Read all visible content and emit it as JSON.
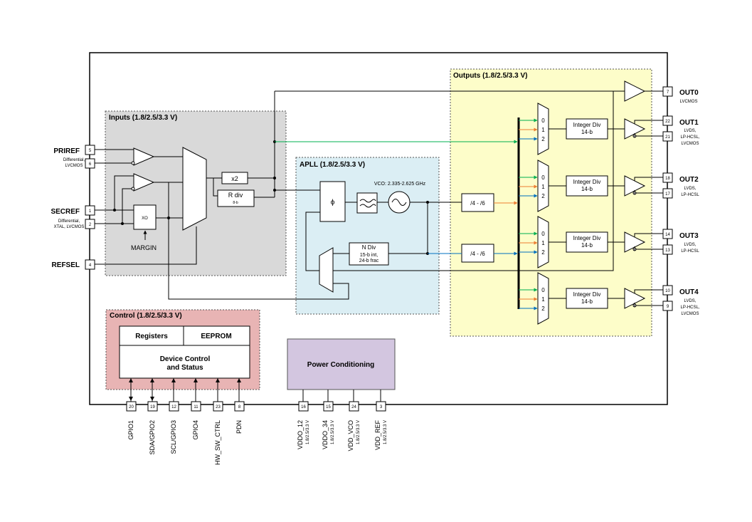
{
  "sections": {
    "inputs": "Inputs (1.8/2.5/3.3 V)",
    "apll": "APLL (1.8/2.5/3.3 V)",
    "outputs": "Outputs (1.8/2.5/3.3 V)",
    "control": "Control (1.8/2.5/3.3 V)",
    "power": "Power Conditioning"
  },
  "inputs": {
    "priref": {
      "name": "PRIREF",
      "desc1": "Differential,",
      "desc2": "LVCMOS",
      "pins": [
        "5",
        "6"
      ]
    },
    "secref": {
      "name": "SECREF",
      "desc1": "Differential,",
      "desc2": "XTAL, LVCMOS",
      "pins": [
        "1",
        "2"
      ]
    },
    "refsel": {
      "name": "REFSEL",
      "pin": "4"
    },
    "xo": "XO",
    "margin": "MARGIN",
    "x2": "x2",
    "rdiv": "R div",
    "rdiv_sub": "8-b"
  },
  "apll": {
    "phi": "ϕ",
    "vco": "VCO: 2.335-2.625 GHz",
    "ndiv": "N Div",
    "ndiv_sub1": "15-b int,",
    "ndiv_sub2": "24-b frac",
    "pre1": "/4 - /6",
    "pre2": "/4 - /6"
  },
  "outputs": {
    "mux_labels": [
      "0",
      "1",
      "2"
    ],
    "div_label": "Integer Div",
    "div_sub": "14-b",
    "out0": {
      "name": "OUT0",
      "type": "LVCMOS",
      "pin": "7"
    },
    "out1": {
      "name": "OUT1",
      "type1": "LVDS,",
      "type2": "LP-HCSL,",
      "type3": "LVCMOS",
      "pins": [
        "22",
        "21"
      ]
    },
    "out2": {
      "name": "OUT2",
      "type1": "LVDS,",
      "type2": "LP-HCSL",
      "pins": [
        "18",
        "17"
      ]
    },
    "out3": {
      "name": "OUT3",
      "type1": "LVDS,",
      "type2": "LP-HCSL",
      "pins": [
        "14",
        "13"
      ]
    },
    "out4": {
      "name": "OUT4",
      "type1": "LVDS,",
      "type2": "LP-HCSL,",
      "type3": "LVCMOS",
      "pins": [
        "10",
        "9"
      ]
    }
  },
  "control": {
    "registers": "Registers",
    "eeprom": "EEPROM",
    "dev1": "Device Control",
    "dev2": "and Status",
    "pins": [
      {
        "num": "20",
        "name": "GPIO1"
      },
      {
        "num": "19",
        "name": "SDA/GPIO2"
      },
      {
        "num": "12",
        "name": "SCL/GPIO3"
      },
      {
        "num": "11",
        "name": "GPIO4"
      },
      {
        "num": "23",
        "name": "HW_SW_CTRL"
      },
      {
        "num": "8",
        "name": "PDN"
      }
    ]
  },
  "power": {
    "volt": "1.8/2.5/3.3 V",
    "pins": [
      {
        "num": "16",
        "name": "VDDO_12"
      },
      {
        "num": "15",
        "name": "VDDO_34"
      },
      {
        "num": "24",
        "name": "VDD_VCO"
      },
      {
        "num": "3",
        "name": "VDD_REF"
      }
    ]
  },
  "colors": {
    "inputs_bg": "#d9d9d9",
    "apll_bg": "#dbeef4",
    "outputs_bg": "#fdfdc9",
    "control_bg": "#e8b4b4",
    "power_bg": "#d3c6e0",
    "green": "#00b050",
    "orange": "#ed7d31",
    "blue": "#0070c0"
  }
}
